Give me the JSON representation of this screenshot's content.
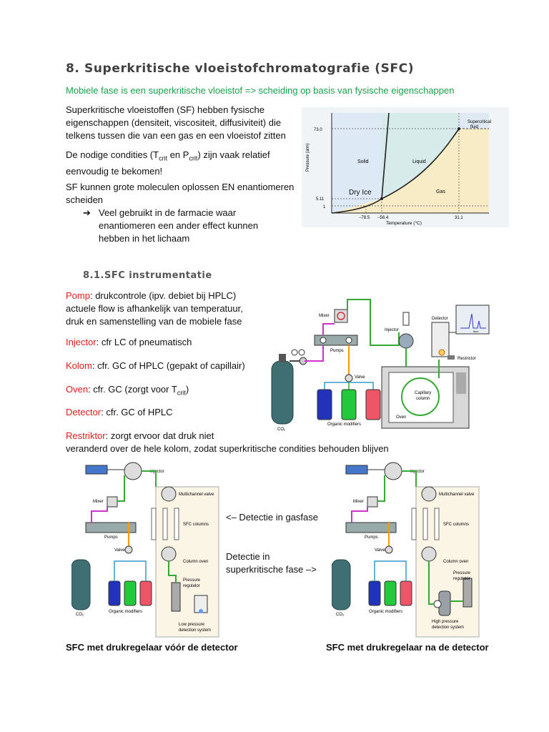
{
  "heading": "8. Superkritische vloeistofchromatografie (SFC)",
  "subtitle": "Mobiele fase is een superkritische vloeistof => scheiding op basis van fysische eigenschappen",
  "intro": {
    "p1_l1": "Superkritische vloeistoffen (SF) hebben fysische",
    "p1_l2": "eigenschappen (densiteit, viscositeit, diffusiviteit) die",
    "p1_l3": "telkens tussen die van een gas en een vloeistof zitten",
    "p2_a": "De nodige condities (T",
    "p2_sub1": "crit",
    "p2_b": " en P",
    "p2_sub2": "crit",
    "p2_c": ") zijn vaak relatief",
    "p2_l2": "eenvoudig te bekomen!",
    "p3_l1": "SF kunnen grote moleculen oplossen EN enantiomeren",
    "p3_l2": "scheiden",
    "bullet_l1": "Veel gebruikt in de farmacie waar",
    "bullet_l2": "enantiomeren een ander effect kunnen",
    "bullet_l3": "hebben in het lichaam"
  },
  "phase_diagram": {
    "ylabel": "Pressure (atm)",
    "xlabel": "Temperature (°C)",
    "y_ticks": [
      "73.0",
      "5.11",
      "1"
    ],
    "x_ticks": [
      "−78.5",
      "−56.4",
      "31.1"
    ],
    "regions": {
      "solid": "Solid",
      "liquid": "Liquid",
      "gas": "Gas",
      "sf_l1": "Supercritical",
      "sf_l2": "fluid"
    },
    "dry_ice": "Dry Ice",
    "colors": {
      "solid": "#dde9f5",
      "liquid": "#d7ecea",
      "gas": "#f7ecc6",
      "sf": "#dfe9f4"
    }
  },
  "section2": "8.1.SFC instrumentatie",
  "items": {
    "pomp_k": "Pomp",
    "pomp_v": ": drukcontrole (ipv. debiet bij HPLC)",
    "pomp_l2": "actuele flow is afhankelijk van temperatuur,",
    "pomp_l3": "druk en samenstelling van de mobiele fase",
    "injector_k": "Injector",
    "injector_v": ": cfr LC of pneumatisch",
    "kolom_k": "Kolom",
    "kolom_v": ": cfr. GC of HPLC (gepakt of capillair)",
    "oven_k": "Oven",
    "oven_v": ": cfr. GC (zorgt voor T",
    "oven_sub": "crit",
    "oven_end": ")",
    "detector_k": "Detector",
    "detector_v": ":   cfr. GC of HPLC",
    "restr_k": "Restriktor",
    "restr_v": ": zorgt ervoor dat druk niet",
    "restr_l2": "veranderd over de hele kolom, zodat superkritische condities behouden blijven"
  },
  "fig1": {
    "mixer": "Mixer",
    "pumps": "Pumps",
    "valve": "Valve",
    "injector": "Injector",
    "detector": "Detector",
    "restrictor": "Restrictor",
    "capillary_l1": "Capillary",
    "capillary_l2": "column",
    "oven": "Oven",
    "co2": "CO₂",
    "organic": "Organic modifiers",
    "time": "time"
  },
  "fig_common": {
    "injector": "Injector",
    "mixer": "Mixer",
    "pumps": "Pumps",
    "valve": "Valve",
    "multichannel": "Multichannel valve",
    "sfc_columns": "SFC columns",
    "column_oven": "Column oven",
    "co2": "CO₂",
    "organic": "Organic modifiers",
    "pressure_l1": "Pressure",
    "pressure_l2": "regulator"
  },
  "fig2": {
    "low_l1": "Low pressure",
    "low_l2": "detection system"
  },
  "fig3": {
    "high_l1": "High pressure",
    "high_l2": "detection system"
  },
  "middle": {
    "gasfase": "<– Detectie in gasfase",
    "sf_l1": "Detectie in",
    "sf_l2": "superkritische fase –>"
  },
  "captions": {
    "left": "SFC met drukregelaar vóór de detector",
    "right": "SFC met drukregelaar na de detector"
  }
}
